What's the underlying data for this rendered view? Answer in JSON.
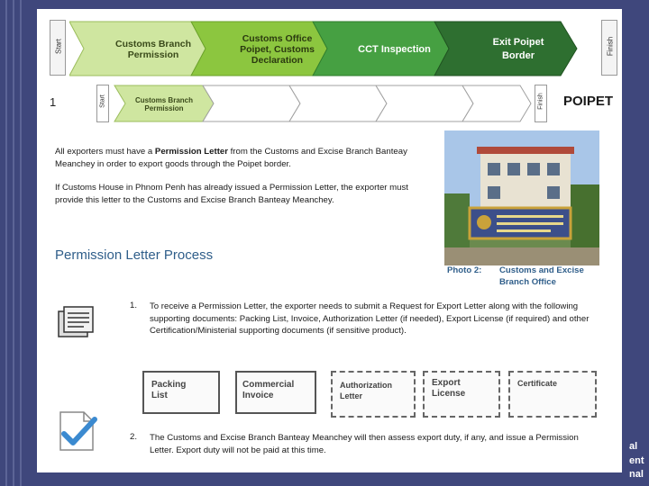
{
  "process": {
    "start_label": "Start",
    "finish_label": "Finish",
    "steps": [
      {
        "label": "Customs Branch Permission",
        "color": "#cfe6a0",
        "text_color": "#3a4a1a"
      },
      {
        "label": "Customs Office Poipet, Customs Declaration",
        "color": "#8cc63f",
        "text_color": "#2b3a10"
      },
      {
        "label": "CCT Inspection",
        "color": "#46a042",
        "text_color": "#ffffff"
      },
      {
        "label": "Exit Poipet Border",
        "color": "#2e6f30",
        "text_color": "#ffffff"
      }
    ]
  },
  "mini_process": {
    "number": "1",
    "start_label": "Start",
    "finish_label": "Finish",
    "active_step": "Customs Branch Permission",
    "location": "POIPET"
  },
  "intro": {
    "p1_prefix": "All exporters must have a ",
    "p1_bold": "Permission Letter",
    "p1_suffix": " from the Customs and Excise Branch Banteay Meanchey in order to export goods through the Poipet border.",
    "p2": "If Customs House in Phnom Penh has already issued a Permission Letter, the exporter must provide this letter to the Customs and Excise Branch Banteay Meanchey."
  },
  "section_title": "Permission Letter Process",
  "photo": {
    "label": "Photo 2:",
    "caption": "Customs and Excise Branch Office"
  },
  "steps": [
    {
      "number": "1.",
      "text": "To receive a Permission Letter, the exporter needs to submit a Request for Export Letter along with the following supporting documents: Packing List, Invoice, Authorization Letter (if needed), Export License (if required) and other Certification/Ministerial supporting documents (if sensitive product)."
    },
    {
      "number": "2.",
      "text": "The Customs and Excise Branch Banteay Meanchey will then assess export duty, if any, and issue a Permission Letter. Export duty will not be paid at this time."
    }
  ],
  "documents": [
    {
      "label": "Packing List",
      "style": "solid"
    },
    {
      "label": "Commercial Invoice",
      "style": "solid"
    },
    {
      "label": "Authorization Letter",
      "style": "dashed"
    },
    {
      "label": "Export License",
      "style": "dashed"
    },
    {
      "label": "Certificate",
      "style": "dashed"
    }
  ],
  "side_text": [
    "al",
    "ent",
    "nal"
  ]
}
